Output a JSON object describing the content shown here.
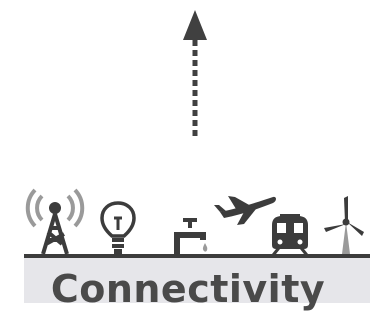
{
  "title": "Connectivity",
  "colors": {
    "icon": "#3c3c3c",
    "band": "#e6e6ea",
    "title": "#4a4a4a",
    "arrow": "#404040"
  },
  "arrow": {
    "direction": "up",
    "style": "dashed"
  },
  "icons": [
    {
      "name": "radio-tower-icon"
    },
    {
      "name": "lightbulb-icon"
    },
    {
      "name": "water-faucet-icon"
    },
    {
      "name": "airplane-icon"
    },
    {
      "name": "train-icon"
    },
    {
      "name": "wind-turbine-icon"
    }
  ]
}
